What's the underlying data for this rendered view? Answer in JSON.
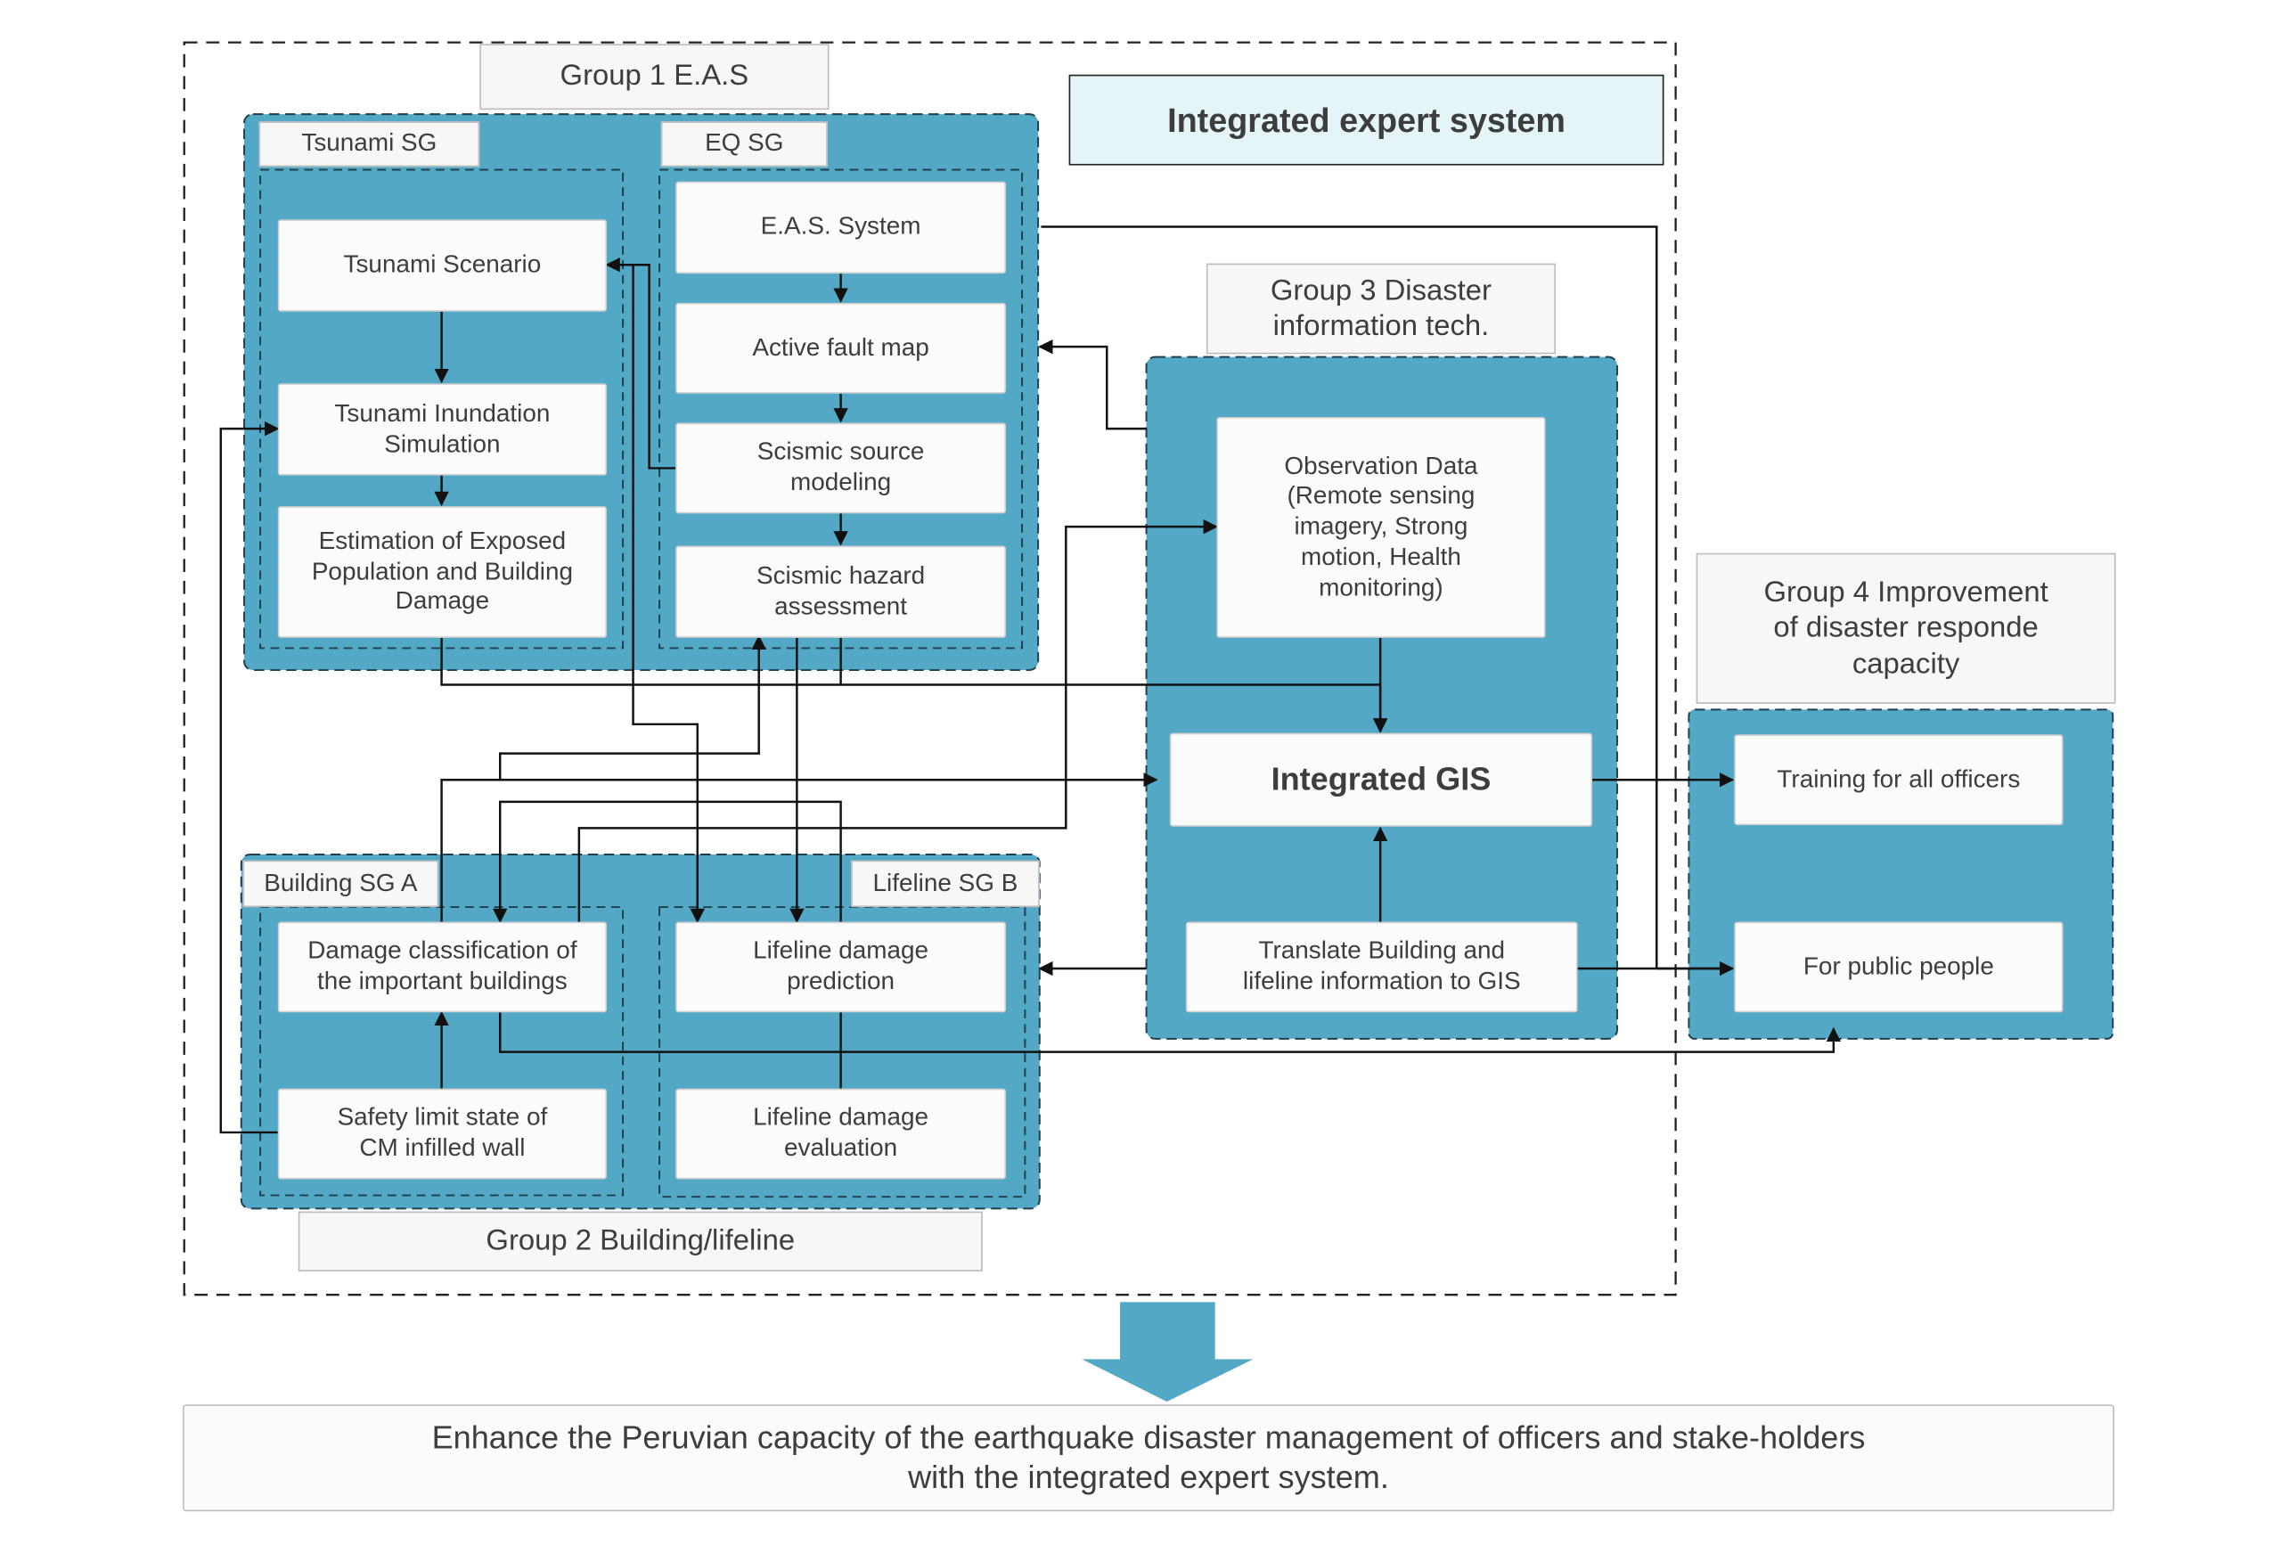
{
  "system_title": "Integrated expert system",
  "group1": {
    "label": "Group 1 E.A.S",
    "tsunami_sg": {
      "label": "Tsunami SG",
      "boxes": [
        "Tsunami Scenario",
        "Tsunami Inundation\nSimulation",
        "Estimation of Exposed\nPopulation and Building\nDamage"
      ]
    },
    "eq_sg": {
      "label": "EQ SG",
      "boxes": [
        "E.A.S. System",
        "Active fault map",
        "Scismic source\nmodeling",
        "Scismic hazard\nassessment"
      ]
    }
  },
  "group2": {
    "label": "Group 2 Building/lifeline",
    "building_sg": {
      "label": "Building SG A",
      "boxes": [
        "Damage classification of\nthe important buildings",
        "Safety limit state of\nCM infilled wall"
      ]
    },
    "lifeline_sg": {
      "label": "Lifeline SG B",
      "boxes": [
        "Lifeline damage\nprediction",
        "Lifeline damage\nevaluation"
      ]
    }
  },
  "group3": {
    "label": "Group 3 Disaster\ninformation tech.",
    "observation": "Observation Data\n(Remote sensing\nimagery, Strong\nmotion, Health\nmonitoring)",
    "gis": "Integrated GIS",
    "translate": "Translate Building and\nlifeline information to GIS"
  },
  "group4": {
    "label": "Group 4 Improvement\nof disaster responde\ncapacity",
    "boxes": [
      "Training for all officers",
      "For public people"
    ]
  },
  "outcome": "Enhance the Peruvian capacity of the earthquake disaster management of officers and stake-holders\nwith the integrated expert system.",
  "colors": {
    "panel_blue": "#53a8c6",
    "title_fill": "#e4f4f7",
    "line": "#111111",
    "text": "#3d3d3d"
  }
}
